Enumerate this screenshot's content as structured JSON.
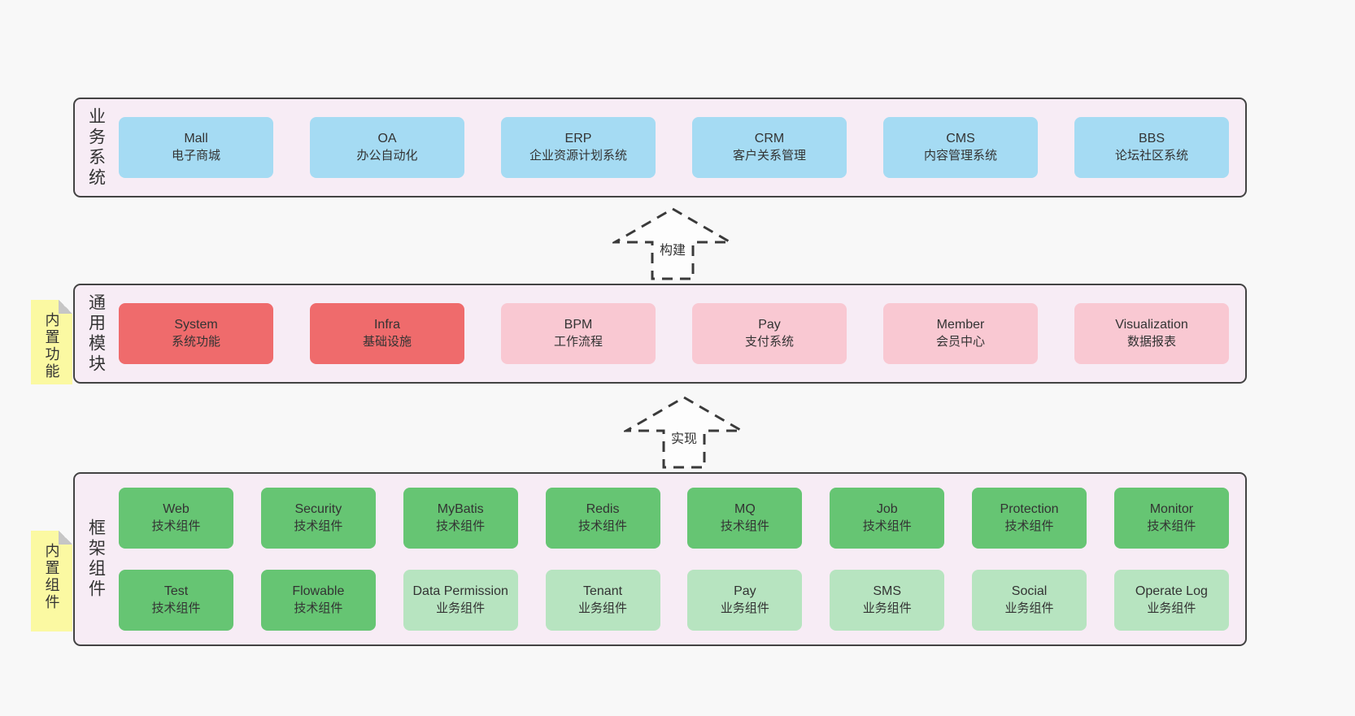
{
  "diagram": {
    "layers": {
      "business": {
        "label": "业务系统",
        "boxes": [
          {
            "title": "Mall",
            "subtitle": "电子商城"
          },
          {
            "title": "OA",
            "subtitle": "办公自动化"
          },
          {
            "title": "ERP",
            "subtitle": "企业资源计划系统"
          },
          {
            "title": "CRM",
            "subtitle": "客户关系管理"
          },
          {
            "title": "CMS",
            "subtitle": "内容管理系统"
          },
          {
            "title": "BBS",
            "subtitle": "论坛社区系统"
          }
        ]
      },
      "modules": {
        "note": "内置功能",
        "label": "通用模块",
        "boxes": [
          {
            "title": "System",
            "subtitle": "系统功能"
          },
          {
            "title": "Infra",
            "subtitle": "基础设施"
          },
          {
            "title": "BPM",
            "subtitle": "工作流程"
          },
          {
            "title": "Pay",
            "subtitle": "支付系统"
          },
          {
            "title": "Member",
            "subtitle": "会员中心"
          },
          {
            "title": "Visualization",
            "subtitle": "数据报表"
          }
        ]
      },
      "components": {
        "note": "内置组件",
        "label": "框架组件",
        "row1": [
          {
            "title": "Web",
            "subtitle": "技术组件"
          },
          {
            "title": "Security",
            "subtitle": "技术组件"
          },
          {
            "title": "MyBatis",
            "subtitle": "技术组件"
          },
          {
            "title": "Redis",
            "subtitle": "技术组件"
          },
          {
            "title": "MQ",
            "subtitle": "技术组件"
          },
          {
            "title": "Job",
            "subtitle": "技术组件"
          },
          {
            "title": "Protection",
            "subtitle": "技术组件"
          },
          {
            "title": "Monitor",
            "subtitle": "技术组件"
          }
        ],
        "row2": [
          {
            "title": "Test",
            "subtitle": "技术组件"
          },
          {
            "title": "Flowable",
            "subtitle": "技术组件"
          },
          {
            "title": "Data Permission",
            "subtitle": "业务组件"
          },
          {
            "title": "Tenant",
            "subtitle": "业务组件"
          },
          {
            "title": "Pay",
            "subtitle": "业务组件"
          },
          {
            "title": "SMS",
            "subtitle": "业务组件"
          },
          {
            "title": "Social",
            "subtitle": "业务组件"
          },
          {
            "title": "Operate Log",
            "subtitle": "业务组件"
          }
        ]
      }
    },
    "arrows": {
      "build": "构建",
      "implement": "实现"
    },
    "palette": {
      "container_bg": "#f7ecf5",
      "container_border": "#434343",
      "blue": "#a5dbf3",
      "red": "#ef6b6c",
      "pink": "#f9c8d2",
      "green": "#66c573",
      "light_green": "#b7e4c0",
      "note_yellow": "#fbf9a2",
      "fold_gray": "#c6c6c6",
      "text": "#333333",
      "page_bg": "#f8f8f8"
    }
  }
}
